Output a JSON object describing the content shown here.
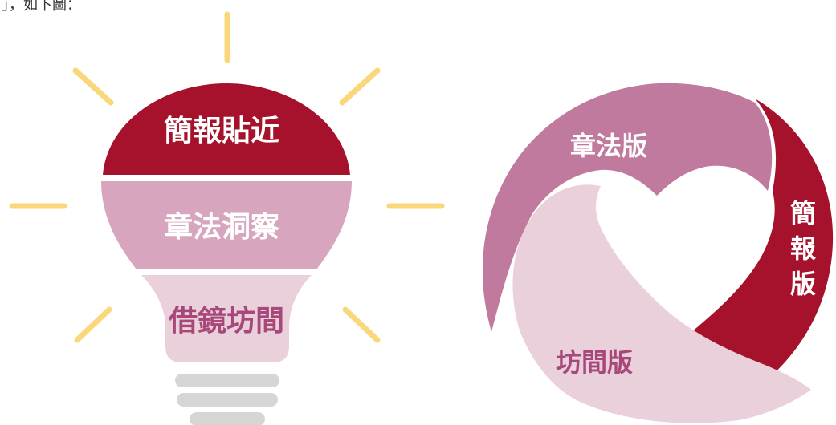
{
  "corner_text": "」，如下圖：",
  "bulb": {
    "top_label": "簡報貼近",
    "middle_label": "章法洞察",
    "bottom_label": "借鏡坊間"
  },
  "cycle": {
    "top_label": "章法版",
    "right_label": [
      "簡",
      "報",
      "版"
    ],
    "bottom_label": "坊間版"
  },
  "colors": {
    "crimson": "#A6122B",
    "mauve": "#C07A9E",
    "light_pink": "#D7A6BE",
    "pale_pink": "#E9D0DA",
    "ray_yellow": "#F9D77A",
    "base_gray": "#D6D6D6",
    "text_dark_pink": "#A8487A"
  }
}
